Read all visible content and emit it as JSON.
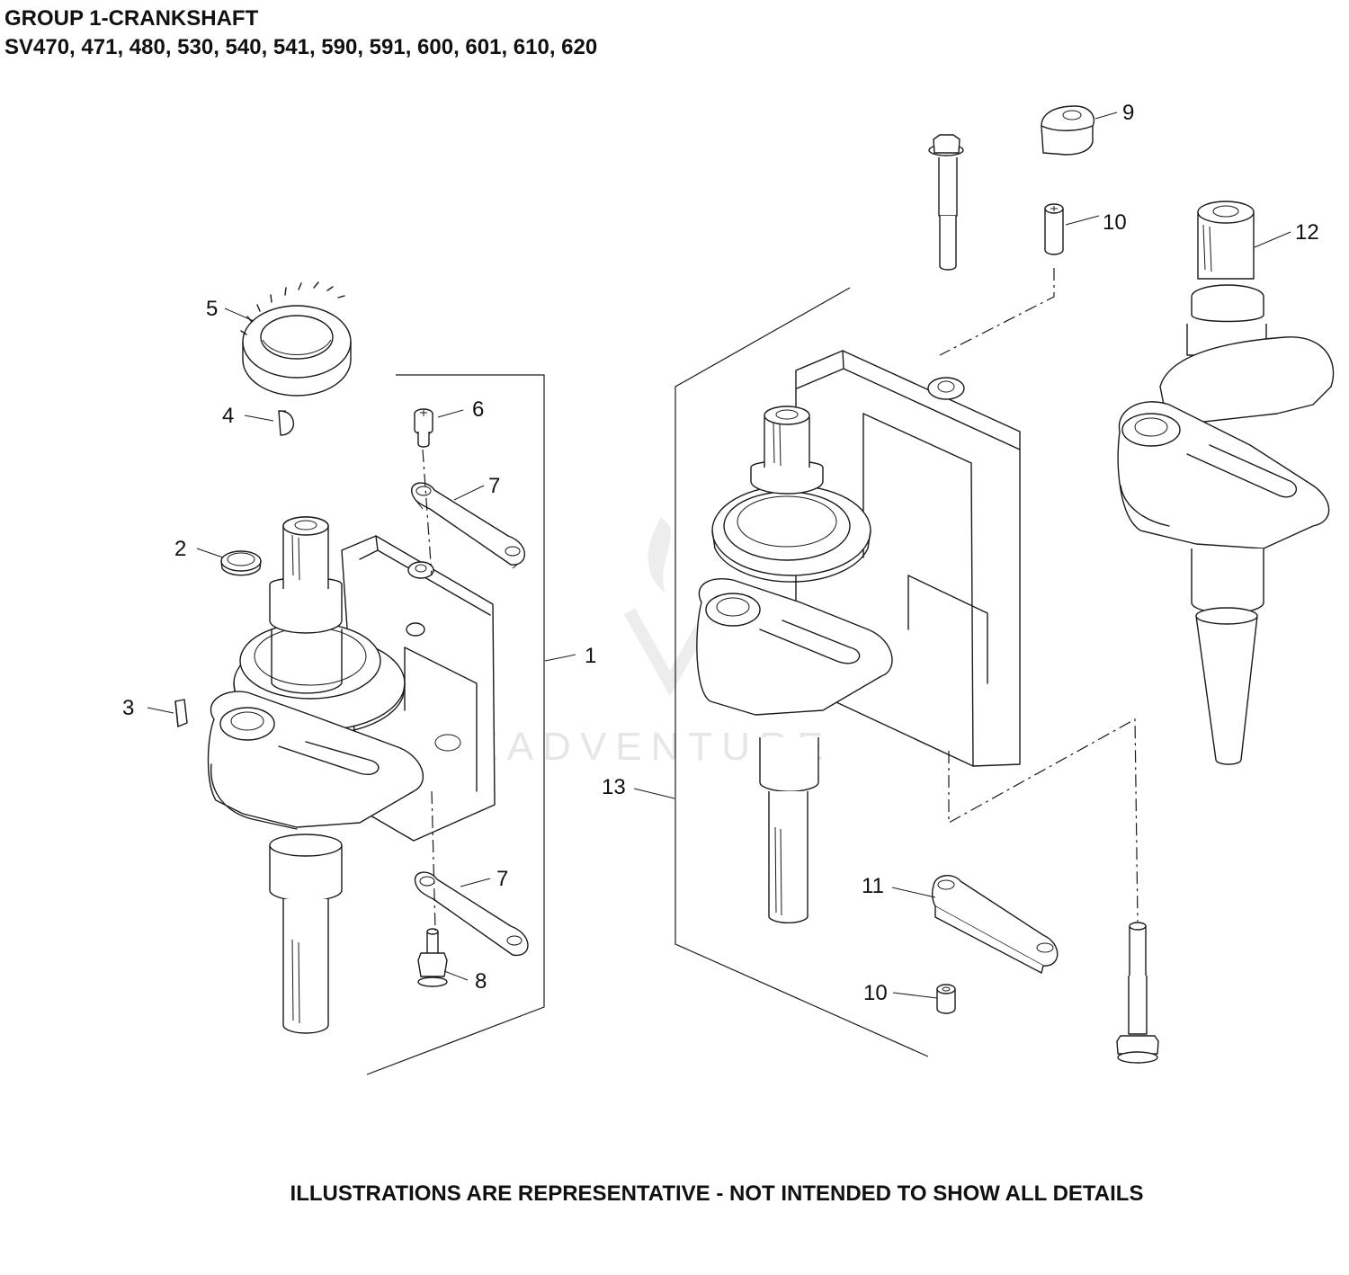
{
  "header": {
    "title": "GROUP 1-CRANKSHAFT",
    "models": "SV470, 471, 480, 530, 540, 541, 590, 591, 600, 601, 610, 620"
  },
  "footer": {
    "note": "ILLUSTRATIONS ARE REPRESENTATIVE - NOT INTENDED TO SHOW ALL DETAILS"
  },
  "watermark": "LEADVENTURE",
  "callouts": {
    "c1": "1",
    "c2": "2",
    "c3": "3",
    "c4": "4",
    "c5": "5",
    "c6": "6",
    "c7a": "7",
    "c7b": "7",
    "c8": "8",
    "c9": "9",
    "c10a": "10",
    "c10b": "10",
    "c11": "11",
    "c12": "12",
    "c13": "13"
  },
  "icons": {
    "gear": "timing-gear-icon",
    "crankshaft": "crankshaft-icon",
    "bolt": "bolt-icon"
  }
}
